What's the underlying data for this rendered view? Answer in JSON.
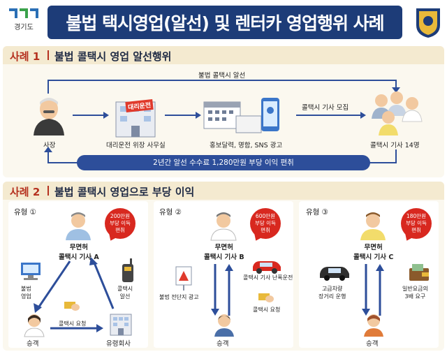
{
  "header": {
    "logo_text": "경기도",
    "title": "불법 택시영업(알선) 및 렌터카 영업행위 사례"
  },
  "case1": {
    "number": "사례 1",
    "title": "불법 콜택시 영업 알선행위",
    "top_arrow_label": "불법 콜택시 알선",
    "boss": "사장",
    "office": "대리운전 위장 사무실",
    "office_sign": "대리운전",
    "ads": "홍보달력, 명함, SNS 광고",
    "recruit": "콜택시 기사 모집",
    "drivers": "콜택시 기사 14명",
    "profit": "2년간 알선 수수료 1,280만원 부당 이익 편취"
  },
  "case2": {
    "number": "사례 2",
    "title": "불법 콜택시 영업으로 부당 이익",
    "type1": {
      "label": "유형 ①",
      "bubble": [
        "200만원",
        "부당 이득",
        "편취"
      ],
      "driver": [
        "무면허",
        "콜택시 기사 A"
      ],
      "illegal": [
        "불법",
        "영업"
      ],
      "alsun": [
        "콜택시",
        "알선"
      ],
      "request": "콜택시 요청",
      "passenger": "승객",
      "company": "유령회사"
    },
    "type2": {
      "label": "유형 ②",
      "bubble": [
        "600만원",
        "부당 이득",
        "편취"
      ],
      "driver": [
        "무면허",
        "콜택시 기사 B"
      ],
      "ad": "불법 전단지 광고",
      "reckless": "콜택시 기사 난폭운전",
      "request": "콜택시 요청",
      "passenger": "승객"
    },
    "type3": {
      "label": "유형 ③",
      "bubble": [
        "180만원",
        "부당 이득",
        "편취"
      ],
      "driver": [
        "무면허",
        "콜택시 기사 C"
      ],
      "luxury": [
        "고급차량",
        "장거리 운행"
      ],
      "fare": [
        "일반요금의",
        "3배 요구"
      ],
      "passenger": "승객"
    }
  },
  "colors": {
    "navy": "#1d3c78",
    "arrow_blue": "#2d4e9a",
    "accent_red": "#b5311f",
    "bubble_red": "#d8281f",
    "cream": "#fbf8ef"
  }
}
